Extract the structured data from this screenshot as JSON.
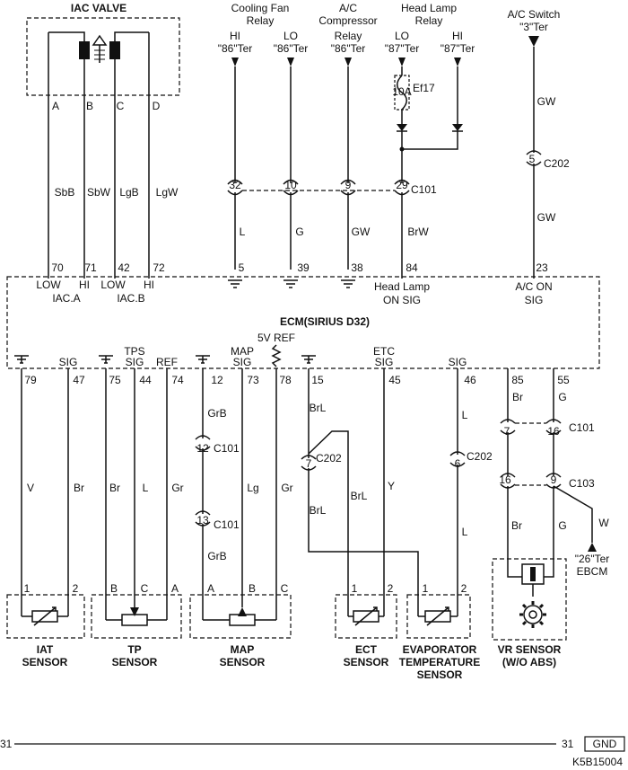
{
  "iac_valve": {
    "title": "IAC VALVE",
    "pins": [
      "A",
      "B",
      "C",
      "D"
    ],
    "wires": [
      "SbB",
      "SbW",
      "LgB",
      "LgW"
    ],
    "ecm_pins": [
      "70",
      "71",
      "42",
      "72"
    ],
    "ecm_labels": [
      "LOW",
      "HI",
      "LOW",
      "HI"
    ],
    "group_a": "IAC.A",
    "group_b": "IAC.B"
  },
  "relays": {
    "cooling_fan": {
      "title_1": "Cooling Fan",
      "title_2": "Relay",
      "hi": "HI",
      "hi_ter": "\"86\"Ter",
      "lo": "LO",
      "lo_ter": "\"86\"Ter"
    },
    "ac_comp": {
      "title_1": "A/C",
      "title_2": "Compressor",
      "title_3": "Relay",
      "ter": "\"86\"Ter"
    },
    "head_lamp": {
      "title_1": "Head Lamp",
      "title_2": "Relay",
      "lo": "LO",
      "lo_ter": "\"87\"Ter",
      "hi": "HI",
      "hi_ter": "\"87\"Ter"
    },
    "fuse_name": "Ef17",
    "fuse_rating": "10A"
  },
  "c101_top": {
    "connector": "C101",
    "pins": [
      "32",
      "10",
      "9",
      "29"
    ],
    "wires": [
      "L",
      "G",
      "GW",
      "BrW"
    ],
    "ecm_pins": [
      "5",
      "39",
      "38",
      "84"
    ]
  },
  "ac_switch": {
    "title_1": "A/C Switch",
    "title_2": "\"3\"Ter",
    "wire": "GW",
    "connector_pin": "5",
    "connector": "C202",
    "ecm_pin": "23"
  },
  "ecm": {
    "name": "ECM(SIRIUS D32)",
    "head_lamp_sig_1": "Head Lamp",
    "head_lamp_sig_2": "ON SIG",
    "ac_on_1": "A/C ON",
    "ac_on_2": "SIG",
    "sig": "SIG",
    "ref": "REF",
    "tps": "TPS",
    "map": "MAP",
    "ref5v": "5V REF",
    "etc": "ETC"
  },
  "bottom_pins": [
    "79",
    "47",
    "75",
    "44",
    "74",
    "12",
    "73",
    "78",
    "15",
    "45",
    "46",
    "85",
    "55"
  ],
  "wires_bottom": {
    "iat": [
      "V",
      "Br"
    ],
    "tp": [
      "Br",
      "L",
      "Gr"
    ],
    "map_grb_1": "GrB",
    "map_grb_2": "GrB",
    "map_lg": "Lg",
    "map_gr": "Gr",
    "ect_brl_1": "BrL",
    "ect_brl_2": "BrL",
    "evap_brl": "BrL",
    "ect_y": "Y",
    "evap_l_1": "L",
    "evap_l_2": "L",
    "vr_br_1": "Br",
    "vr_g_1": "G",
    "vr_br_2": "Br",
    "vr_g_2": "G",
    "ebcm_w": "W"
  },
  "connectors_bottom": {
    "map_c101_1_pin": "12",
    "map_c101_2_pin": "13",
    "c101": "C101",
    "c202": "C202",
    "ect_c202_pin": "7",
    "evap_c202_pin": "6",
    "vr_c101_pins": [
      "7",
      "16"
    ],
    "vr_c103_pins": [
      "16",
      "9"
    ],
    "c103": "C103"
  },
  "ebcm": {
    "ter": "\"26\"Ter",
    "name": "EBCM"
  },
  "sensors": {
    "iat": {
      "pins": [
        "1",
        "2"
      ],
      "line1": "IAT",
      "line2": "SENSOR"
    },
    "tp": {
      "pins": [
        "B",
        "C",
        "A"
      ],
      "line1": "TP",
      "line2": "SENSOR"
    },
    "map": {
      "pins": [
        "A",
        "B",
        "C"
      ],
      "line1": "MAP",
      "line2": "SENSOR"
    },
    "ect": {
      "pins": [
        "1",
        "2"
      ],
      "line1": "ECT",
      "line2": "SENSOR"
    },
    "evap": {
      "pins": [
        "1",
        "2"
      ],
      "line1": "EVAPORATOR",
      "line2": "TEMPERATURE",
      "line3": "SENSOR"
    },
    "vr": {
      "line1": "VR SENSOR",
      "line2": "(W/O ABS)"
    }
  },
  "footer": {
    "left_page": "31",
    "right_page": "31",
    "gnd": "GND",
    "code": "K5B15004"
  }
}
